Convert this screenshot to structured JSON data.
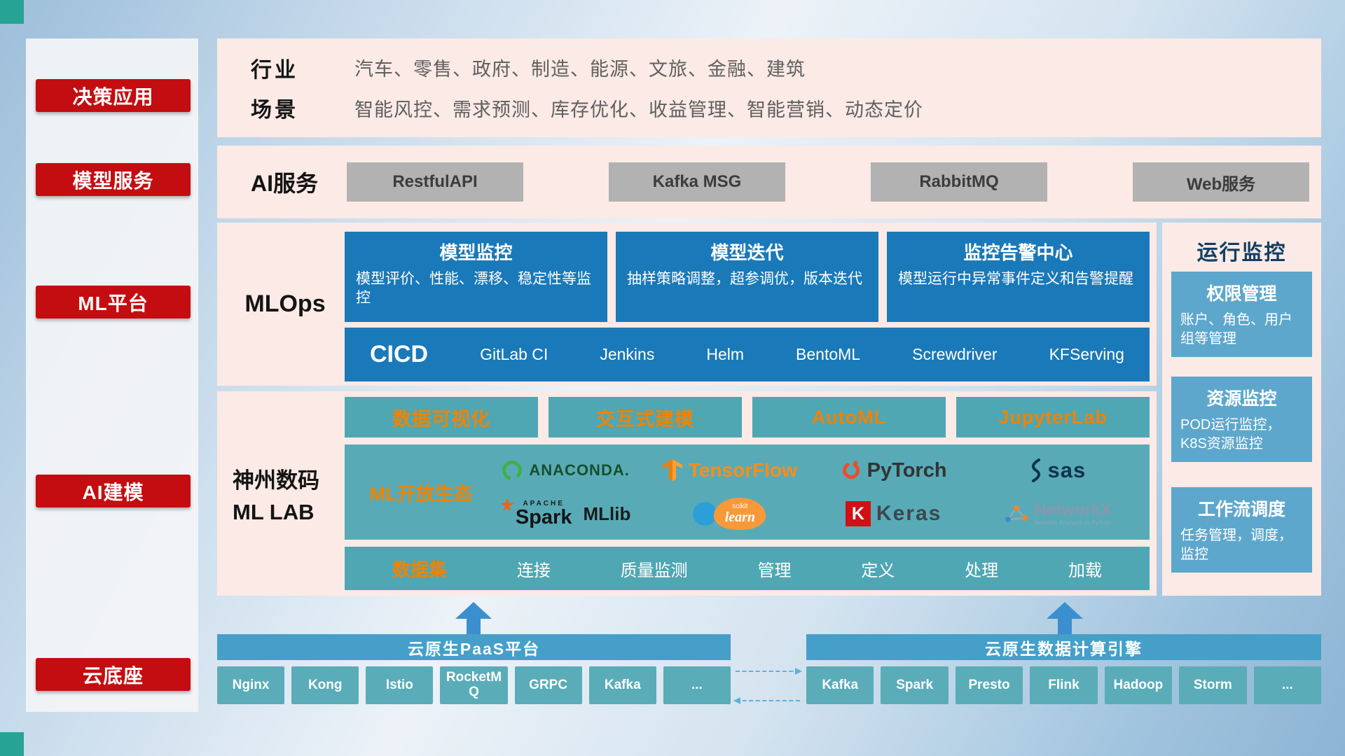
{
  "colors": {
    "rail_red": "#c40d10",
    "panel_pink": "#fbeae6",
    "card_blue": "#1a79b8",
    "teal": "#4fa7b3",
    "accent_orange": "#f08300",
    "foundation_blue": "#459fc9",
    "chip_teal": "#5aacb8",
    "monitor_card_blue": "#5ea7cc"
  },
  "sidebar": {
    "items": [
      "决策应用",
      "模型服务",
      "ML平台",
      "AI建模",
      "云底座"
    ]
  },
  "industry": {
    "rows": [
      {
        "label": "行业",
        "text": "汽车、零售、政府、制造、能源、文旅、金融、建筑"
      },
      {
        "label": "场景",
        "text": "智能风控、需求预测、库存优化、收益管理、智能营销、动态定价"
      }
    ]
  },
  "ai_service": {
    "label": "AI服务",
    "buttons": [
      "RestfulAPI",
      "Kafka MSG",
      "RabbitMQ",
      "Web服务"
    ]
  },
  "mlops": {
    "label": "MLOps",
    "cards": [
      {
        "title": "模型监控",
        "desc": "模型评价、性能、漂移、稳定性等监控"
      },
      {
        "title": "模型迭代",
        "desc": "抽样策略调整，超参调优，版本迭代"
      },
      {
        "title": "监控告警中心",
        "desc": "模型运行中异常事件定义和告警提醒"
      }
    ],
    "cicd_label": "CICD",
    "cicd_items": [
      "GitLab CI",
      "Jenkins",
      "Helm",
      "BentoML",
      "Screwdriver",
      "KFServing"
    ]
  },
  "mllab": {
    "label_line1": "神州数码",
    "label_line2": "ML LAB",
    "tools": [
      "数据可视化",
      "交互式建模",
      "AutoML",
      "JupyterLab"
    ],
    "ecosystem_label": "ML开放生态",
    "logos": {
      "anaconda": {
        "text": "ANACONDA."
      },
      "tensorflow": {
        "text": "TensorFlow"
      },
      "pytorch": {
        "text": "PyTorch"
      },
      "sas": {
        "text": "sas"
      },
      "spark": {
        "apache": "APACHE",
        "text": "Spark",
        "suffix": "MLlib"
      },
      "sklearn": {
        "top": "scikit",
        "text": "learn"
      },
      "keras": {
        "initial": "K",
        "text": "Keras"
      },
      "networkx": {
        "text": "NetworkX",
        "subtitle": "Network Analysis in Python"
      }
    },
    "dataset": {
      "label": "数据集",
      "items": [
        "连接",
        "质量监测",
        "管理",
        "定义",
        "处理",
        "加载"
      ]
    }
  },
  "monitoring": {
    "title": "运行监控",
    "cards": [
      {
        "title": "权限管理",
        "desc": "账户、角色、用户组等管理"
      },
      {
        "title": "资源监控",
        "desc": "POD运行监控，K8S资源监控"
      },
      {
        "title": "工作流调度",
        "desc": "任务管理，调度，监控"
      }
    ]
  },
  "foundation": {
    "paas": {
      "title": "云原生PaaS平台",
      "items": [
        "Nginx",
        "Kong",
        "Istio",
        "RocketMQ",
        "GRPC",
        "Kafka",
        "..."
      ]
    },
    "engine": {
      "title": "云原生数据计算引擎",
      "items": [
        "Kafka",
        "Spark",
        "Presto",
        "Flink",
        "Hadoop",
        "Storm",
        "..."
      ]
    }
  }
}
